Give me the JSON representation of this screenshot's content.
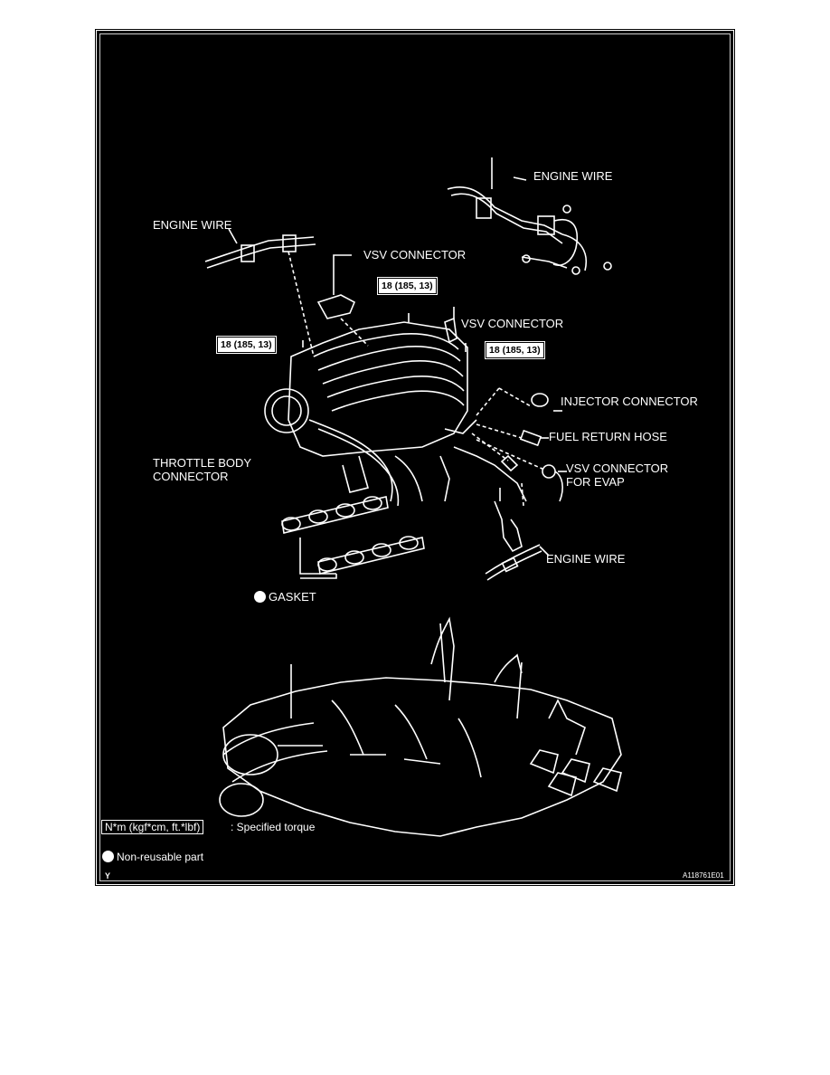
{
  "labels": {
    "engine_wire_top": "ENGINE WIRE",
    "engine_wire_left": "ENGINE WIRE",
    "vsv_connector_top": "VSV CONNECTOR",
    "vsv_connector_mid": "VSV CONNECTOR",
    "injector_connector": "INJECTOR CONNECTOR",
    "fuel_return_hose": "FUEL RETURN HOSE",
    "vsv_connector_evap_1": "VSV CONNECTOR",
    "vsv_connector_evap_2": "FOR EVAP",
    "throttle_body_1": "THROTTLE BODY",
    "throttle_body_2": "CONNECTOR",
    "engine_wire_bottom": "ENGINE WIRE",
    "gasket": "GASKET"
  },
  "torque": {
    "top_center": "18 (185, 13)",
    "left": "18 (185, 13)",
    "right": "18 (185, 13)"
  },
  "legend": {
    "torque_box": "N*m (kgf*cm, ft.*lbf)",
    "torque_desc": ": Specified torque",
    "non_reusable": "Non-reusable part"
  },
  "corner": {
    "left_letter": "Y",
    "figure_id": "A118761E01"
  }
}
